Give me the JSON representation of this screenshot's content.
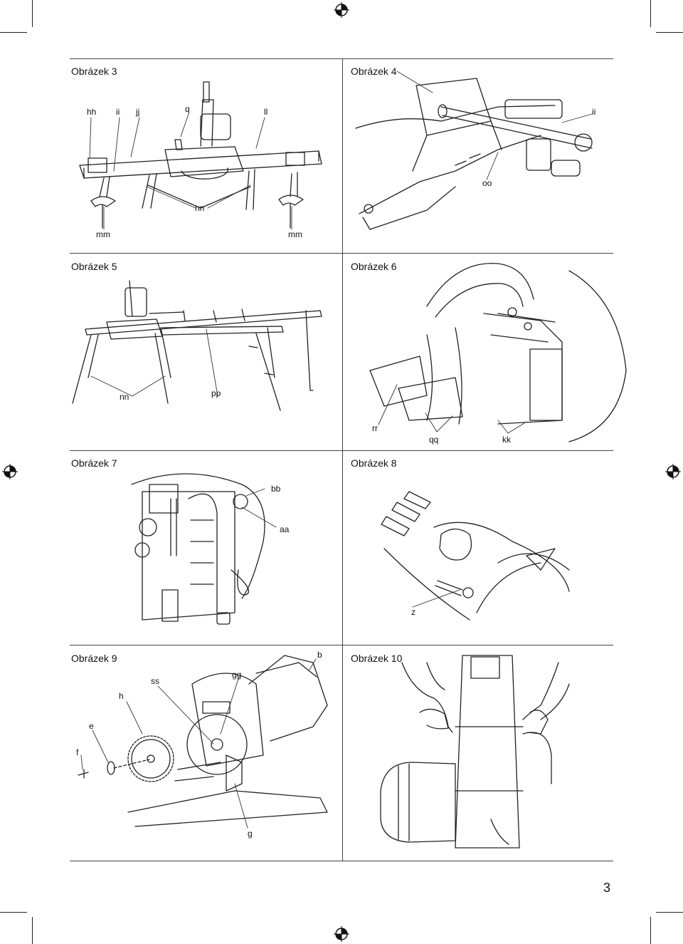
{
  "page": {
    "number": "3"
  },
  "figures": [
    {
      "id": "fig3",
      "title": "Obrázek 3",
      "labels": [
        "hh",
        "ii",
        "jj",
        "q",
        "ll",
        "nn",
        "mm",
        "mm"
      ]
    },
    {
      "id": "fig4",
      "title": "Obrázek 4",
      "labels": [
        "ii",
        "oo"
      ]
    },
    {
      "id": "fig5",
      "title": "Obrázek 5",
      "labels": [
        "nn",
        "pp"
      ]
    },
    {
      "id": "fig6",
      "title": "Obrázek 6",
      "labels": [
        "rr",
        "qq",
        "kk"
      ]
    },
    {
      "id": "fig7",
      "title": "Obrázek 7",
      "labels": [
        "bb",
        "aa"
      ]
    },
    {
      "id": "fig8",
      "title": "Obrázek 8",
      "labels": [
        "z"
      ]
    },
    {
      "id": "fig9",
      "title": "Obrázek 9",
      "labels": [
        "b",
        "gg",
        "ss",
        "h",
        "e",
        "f",
        "g"
      ]
    },
    {
      "id": "fig10",
      "title": "Obrázek 10",
      "labels": []
    }
  ]
}
